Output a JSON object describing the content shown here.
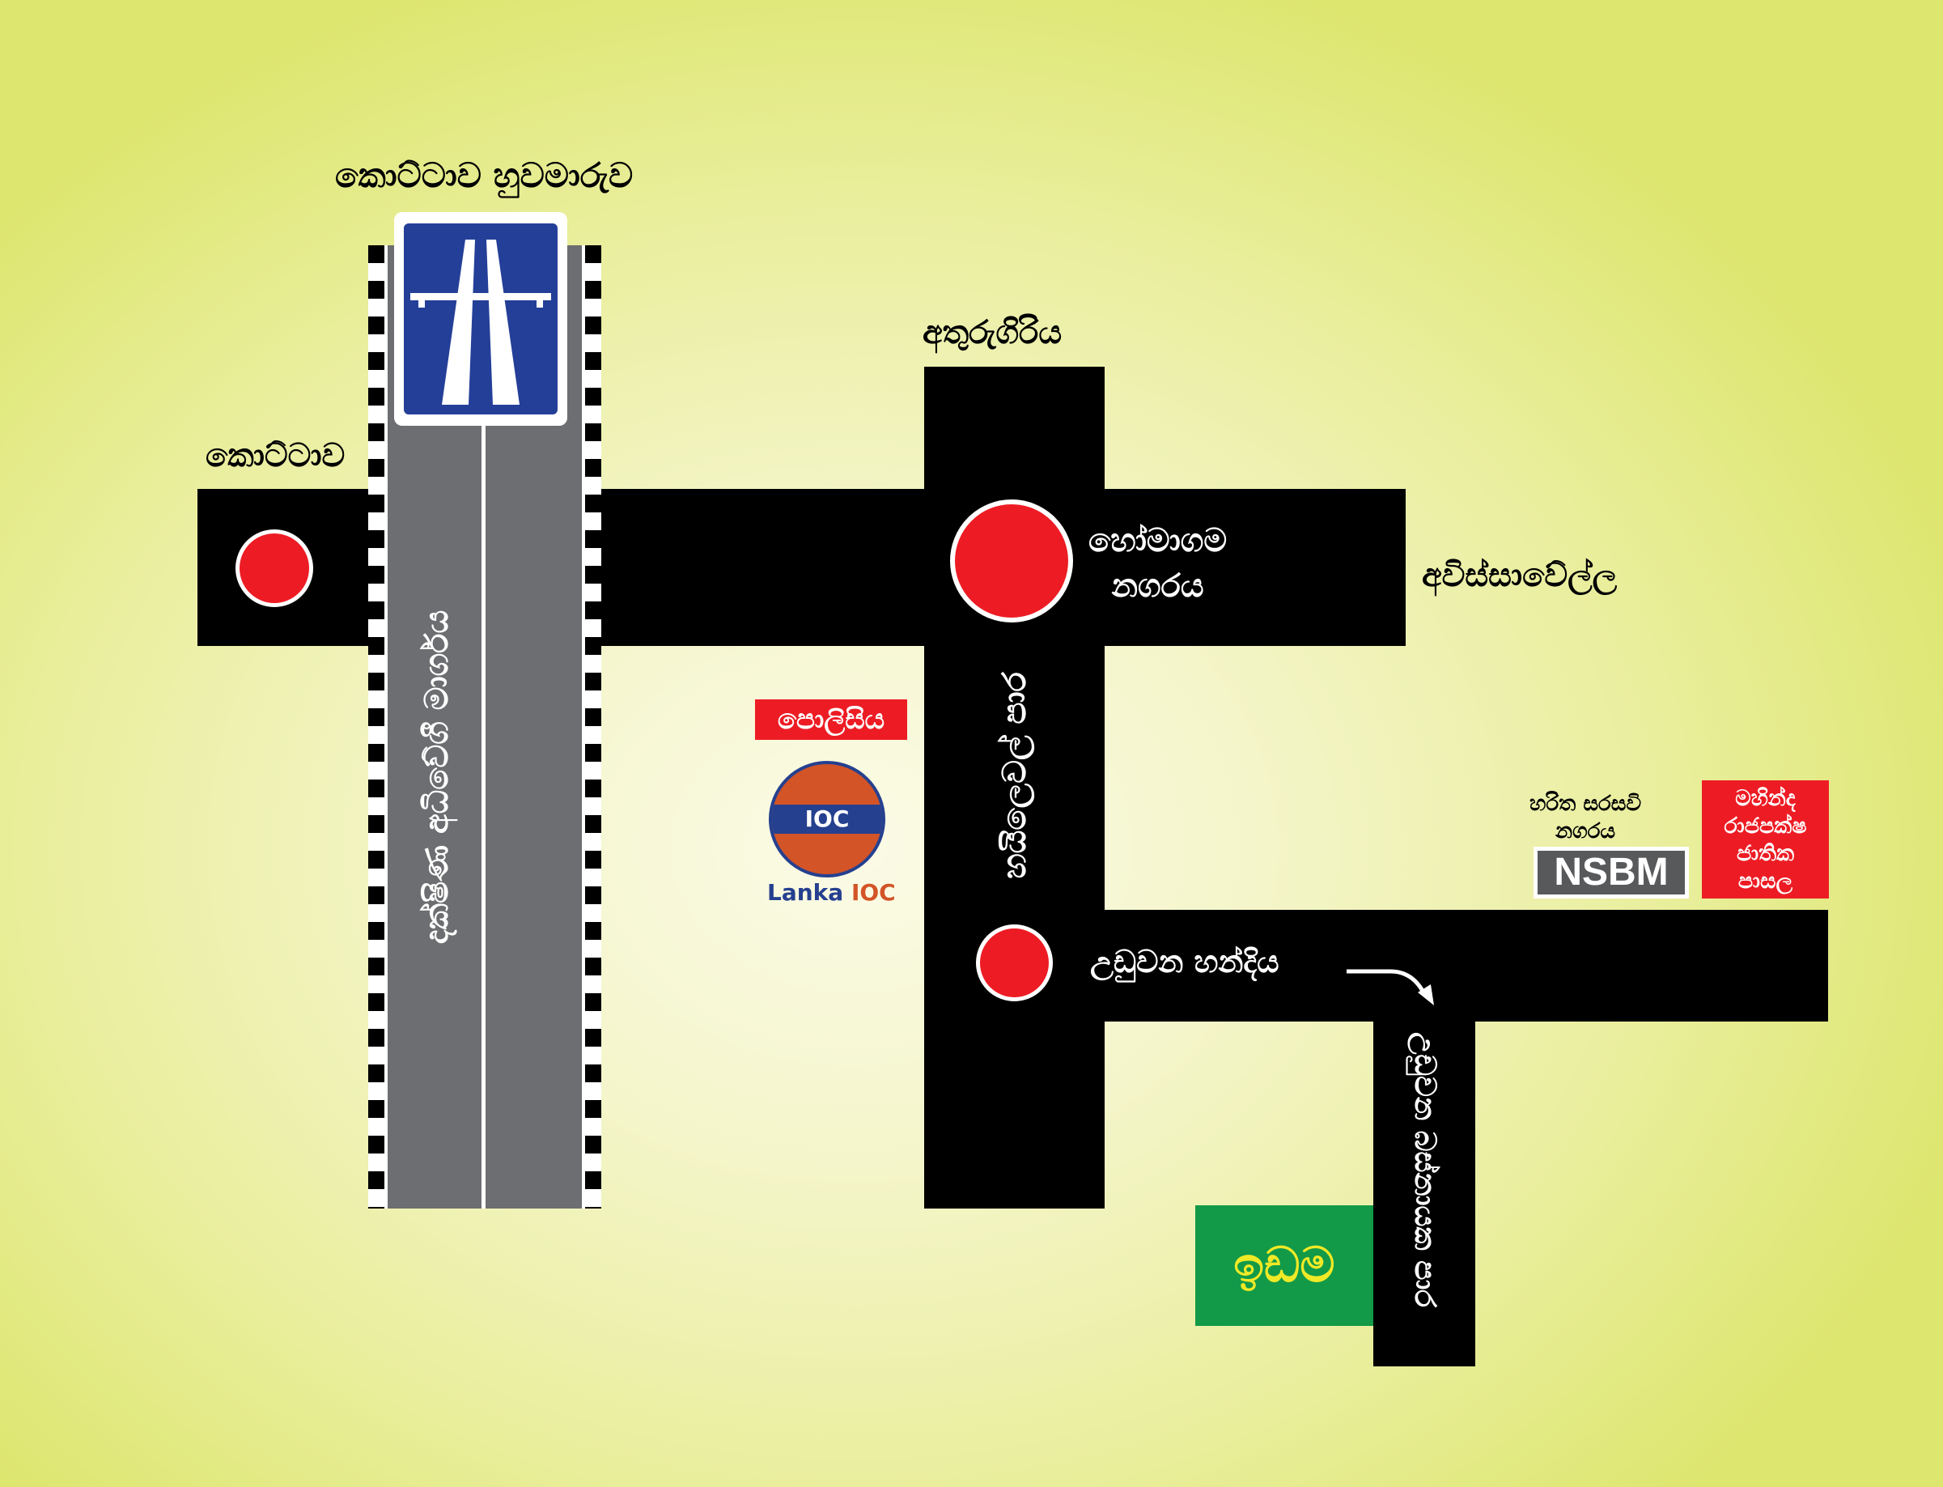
{
  "places": {
    "kottawa_interchange": "කොට්ටාව හුවමාරුව",
    "kottawa": "කොට්ටාව",
    "athurugiriya": "අතුරුගිරිය",
    "homagama_line1": "හෝමාගම",
    "homagama_line2": "නගරය",
    "avissawella": "අවිස්සාවේල්ල",
    "uduwana_junction": "උඩුවන හන්දිය",
    "green_city_line1": "හරිත සරසවි",
    "green_city_line2": "නගරය"
  },
  "roads": {
    "expressway": "දක්ෂිණ අධිවේගී මාර්ගය",
    "high_level_road": "හයිලෙවල් පාර",
    "uduwana_road": "උඩුවන බස්නායක පාර"
  },
  "landmarks": {
    "police": "පොලිසිය",
    "ioc_badge": "IOC",
    "ioc_brand_lanka": "Lanka",
    "ioc_brand_ioc": "IOC",
    "nsbm": "NSBM",
    "school_line1": "මහින්ද",
    "school_line2": "රාජපක්ෂ",
    "school_line3": "ජාතික",
    "school_line4": "පාසල",
    "land": "ඉඩම"
  },
  "colors": {
    "road": "#000000",
    "expressway": "#6d6e71",
    "marker_red": "#ed1c24",
    "sign_blue": "#243f98",
    "land_green": "#129a48",
    "land_text": "#f0e926",
    "ioc_orange": "#d35427",
    "ioc_navy": "#25408f",
    "nsbm_gray": "#58595b"
  },
  "icons": [
    "expressway-sign-icon",
    "ioc-logo-icon",
    "turn-arrow-icon",
    "junction-marker-icon"
  ]
}
